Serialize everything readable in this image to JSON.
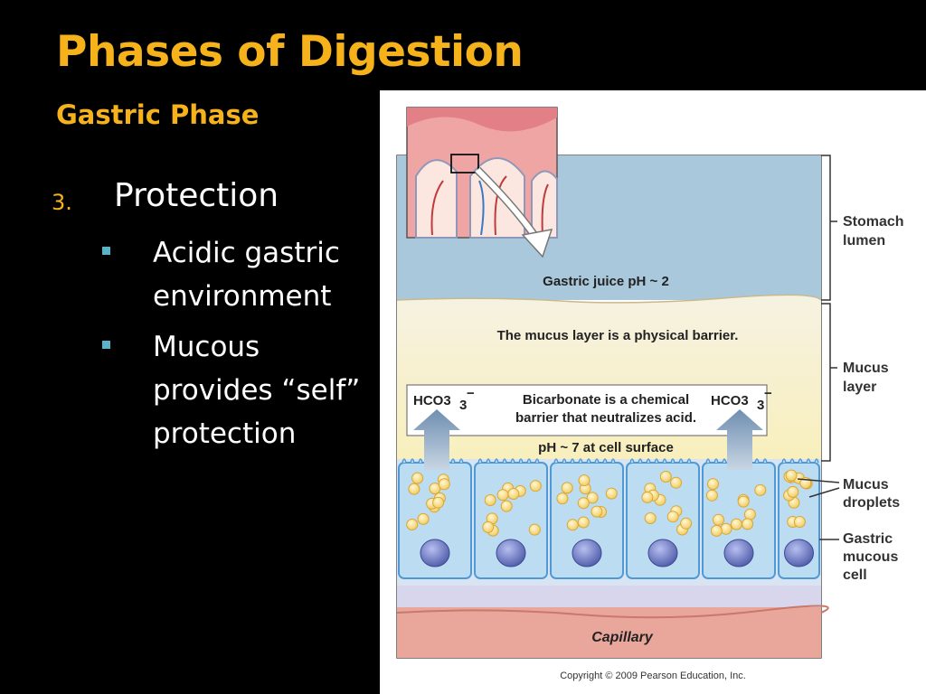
{
  "slide": {
    "title": "Phases of Digestion",
    "subtitle": "Gastric Phase",
    "item_number": "3.",
    "item_heading": "Protection",
    "bullets": [
      "Acidic gastric environment",
      "Mucous provides “self” protection"
    ]
  },
  "figure": {
    "gastric_juice": "Gastric juice pH ~ 2",
    "mucus_barrier": "The mucus layer is a physical barrier.",
    "hco3_left": "HCO3",
    "hco3_right": "HCO3",
    "hco3_sub": "3",
    "hco3_sup": "−",
    "bicarbonate_line1": "Bicarbonate is a chemical",
    "bicarbonate_line2": "barrier that neutralizes acid.",
    "ph_surface": "pH ~ 7 at cell surface",
    "capillary": "Capillary",
    "copyright": "Copyright © 2009 Pearson Education, Inc.",
    "side_labels": {
      "stomach_lumen": [
        "Stomach",
        "lumen"
      ],
      "mucus_layer": [
        "Mucus",
        "layer"
      ],
      "mucus_droplets": [
        "Mucus",
        "droplets"
      ],
      "gastric_mucous_cell": [
        "Gastric",
        "mucous",
        "cell"
      ]
    },
    "colors": {
      "lumen": "#a9c8dc",
      "mucus": "#f7f1d6",
      "cell": "#bcdcf2",
      "capillary": "#e9a79b",
      "accent": "#f5b21a",
      "bullet": "#58b3c8"
    }
  }
}
